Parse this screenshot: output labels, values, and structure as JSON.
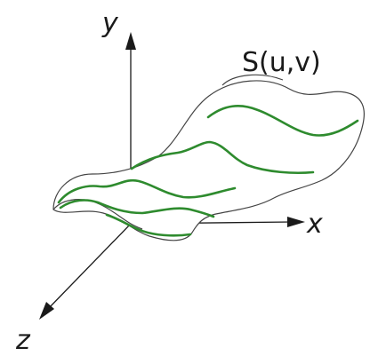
{
  "diagram": {
    "axes": {
      "x_label": "x",
      "y_label": "y",
      "z_label": "z"
    },
    "surface": {
      "label": "S(u,v)",
      "edge_color": "#444444",
      "isoline_color": "#2e8b2e",
      "isoline_count": 5
    }
  }
}
